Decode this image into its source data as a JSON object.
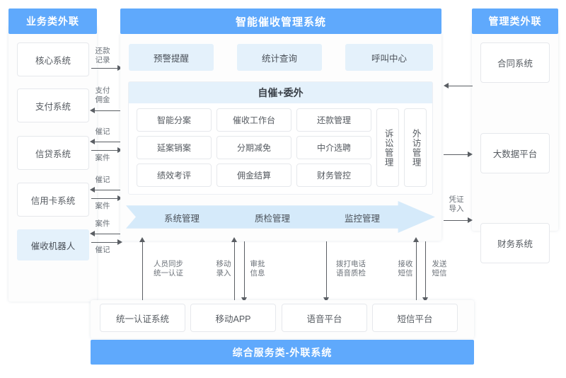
{
  "left_panel": {
    "title": "业务类外联",
    "items": [
      {
        "label": "核心系统",
        "highlight": false
      },
      {
        "label": "支付系统",
        "highlight": false
      },
      {
        "label": "信贷系统",
        "highlight": false
      },
      {
        "label": "信用卡系统",
        "highlight": false
      },
      {
        "label": "催收机器人",
        "highlight": true
      }
    ]
  },
  "center_panel": {
    "title": "智能催收管理系统",
    "top_tiles": [
      {
        "label": "预警提醒"
      },
      {
        "label": "统计查询"
      },
      {
        "label": "呼叫中心"
      }
    ],
    "subgroup_title": "自催+委外",
    "grid": [
      [
        "智能分案",
        "催收工作台",
        "还款管理"
      ],
      [
        "延案销案",
        "分期减免",
        "中介选聘"
      ],
      [
        "绩效考评",
        "佣金结算",
        "财务管控"
      ]
    ],
    "vertical_boxes": [
      "诉讼管理",
      "外访管理"
    ],
    "banner": [
      "系统管理",
      "质检管理",
      "监控管理"
    ]
  },
  "right_panel": {
    "title": "管理类外联",
    "items": [
      {
        "label": "合同系统"
      },
      {
        "label": "大数据平台"
      },
      {
        "label": "财务系统"
      }
    ]
  },
  "bottom_panel": {
    "items": [
      {
        "label": "统一认证系统"
      },
      {
        "label": "移动APP"
      },
      {
        "label": "语音平台"
      },
      {
        "label": "短信平台"
      }
    ],
    "footer_title": "综合服务类-外联系统"
  },
  "left_flows": [
    {
      "label": "还款\n记录",
      "direction": "right"
    },
    {
      "label": "支付\n佣金",
      "direction": "left"
    },
    {
      "label_top": "催记",
      "label_bottom": "案件",
      "direction": "both"
    },
    {
      "label_top": "催记",
      "label_bottom": "案件",
      "direction": "both"
    },
    {
      "label_top": "案件",
      "label_bottom": "催记",
      "direction": "both"
    }
  ],
  "right_flows": [
    {
      "label": "",
      "direction": "left"
    },
    {
      "label": "",
      "direction": "right"
    },
    {
      "label": "凭证\n导入",
      "direction": "right"
    }
  ],
  "bottom_flows": [
    {
      "label": "人员同步\n统一认证",
      "direction": "up"
    },
    {
      "label": "移动\n录入",
      "direction": "up"
    },
    {
      "label": "审批\n信息",
      "direction": "down"
    },
    {
      "label": "拨打电话\n语音质检",
      "direction": "down"
    },
    {
      "label": "接收\n短信",
      "direction": "up"
    },
    {
      "label": "发送\n短信",
      "direction": "down"
    }
  ],
  "colors": {
    "brand_blue": "#5fa9fc",
    "light_blue": "#e4f1fb",
    "banner_blue": "#d5eafa",
    "arrow_gray": "#5a5e63",
    "box_border": "#e6e8ec"
  }
}
